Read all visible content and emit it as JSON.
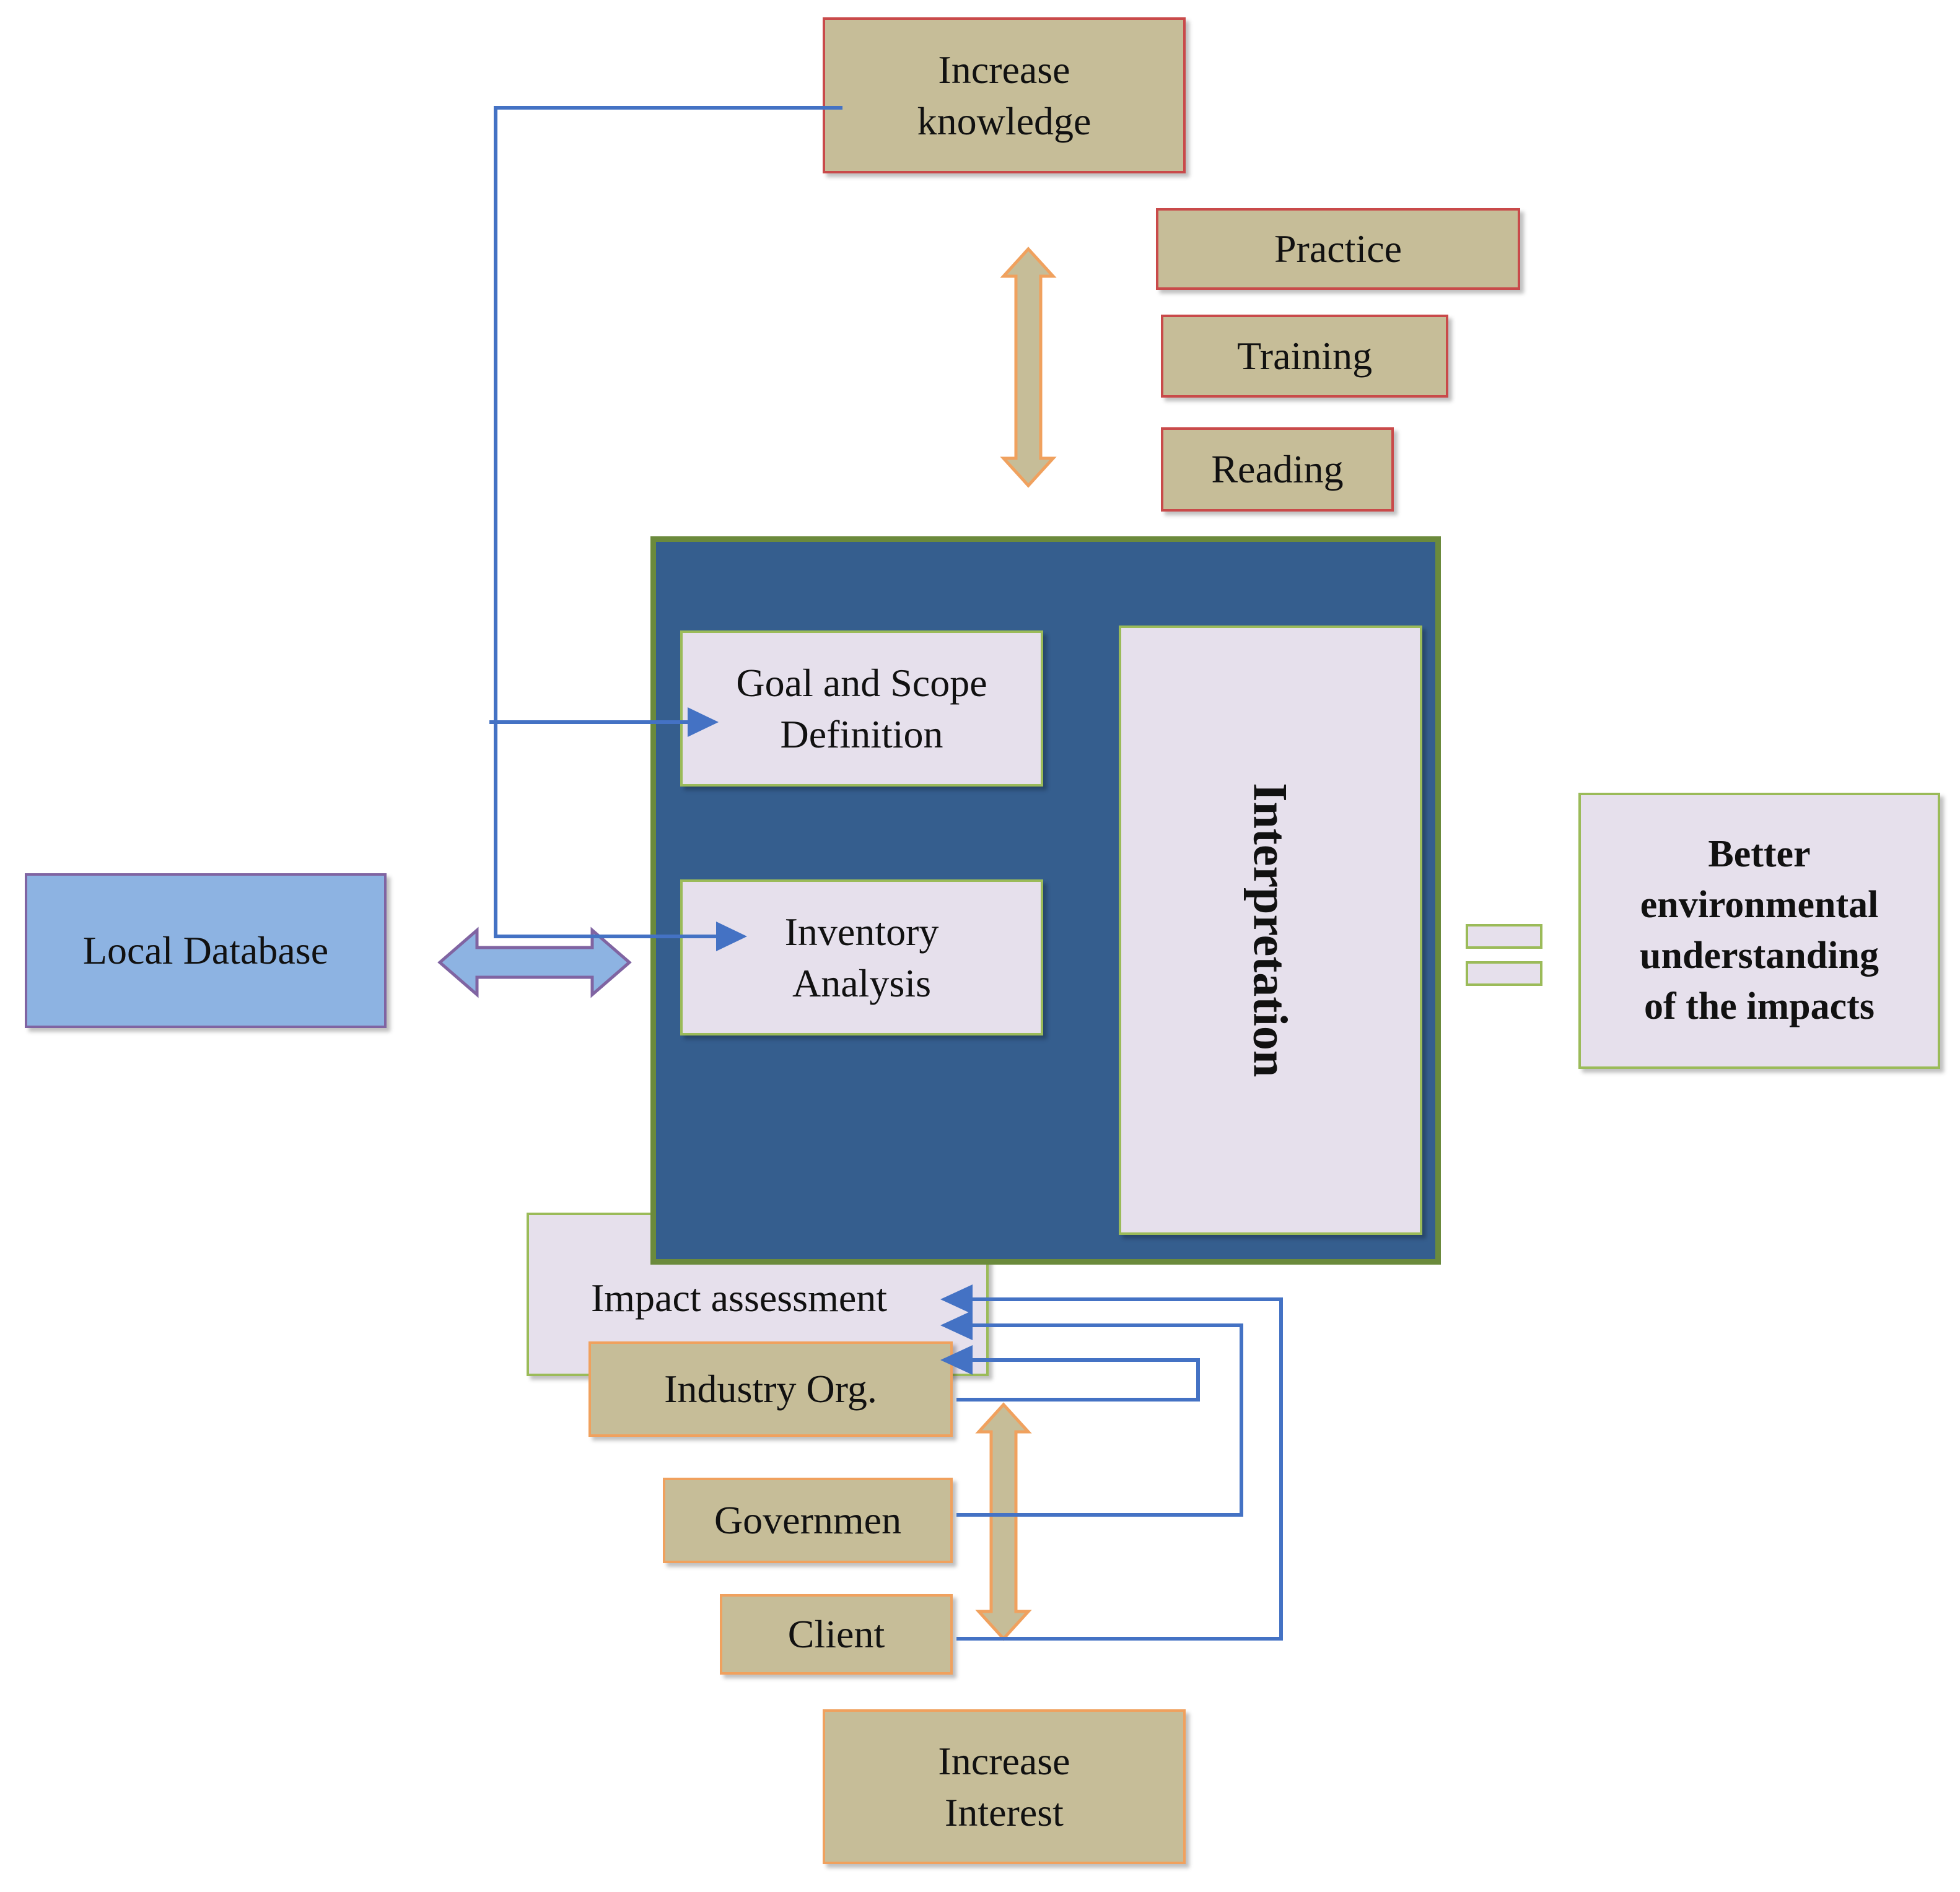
{
  "increase_knowledge": {
    "line1": "Increase",
    "line2": "knowledge"
  },
  "practice": "Practice",
  "training": "Training",
  "reading": "Reading",
  "goal_scope": {
    "line1": "Goal and Scope",
    "line2": "Definition"
  },
  "inventory": {
    "line1": "Inventory",
    "line2": "Analysis"
  },
  "interpretation": "Interpretation",
  "better": {
    "line1": "Better",
    "line2": "environmental",
    "line3": "understanding",
    "line4": "of the impacts"
  },
  "local_database": "Local Database",
  "impact_assessment": "Impact assessment",
  "industry_org": "Industry Org.",
  "government": "Governmen",
  "client": "Client",
  "increase_interest": {
    "line1": "Increase",
    "line2": "Interest"
  },
  "colors": {
    "core_fill": "#355e8e",
    "core_border": "#6b8a3c",
    "tan": "#c6bd98",
    "red_border": "#c94a4a",
    "orange_border": "#f0a15e",
    "lavender": "#e6e0ec",
    "green_border": "#9bbb59",
    "database_fill": "#8db3e2",
    "connector_blue": "#4472c4"
  }
}
